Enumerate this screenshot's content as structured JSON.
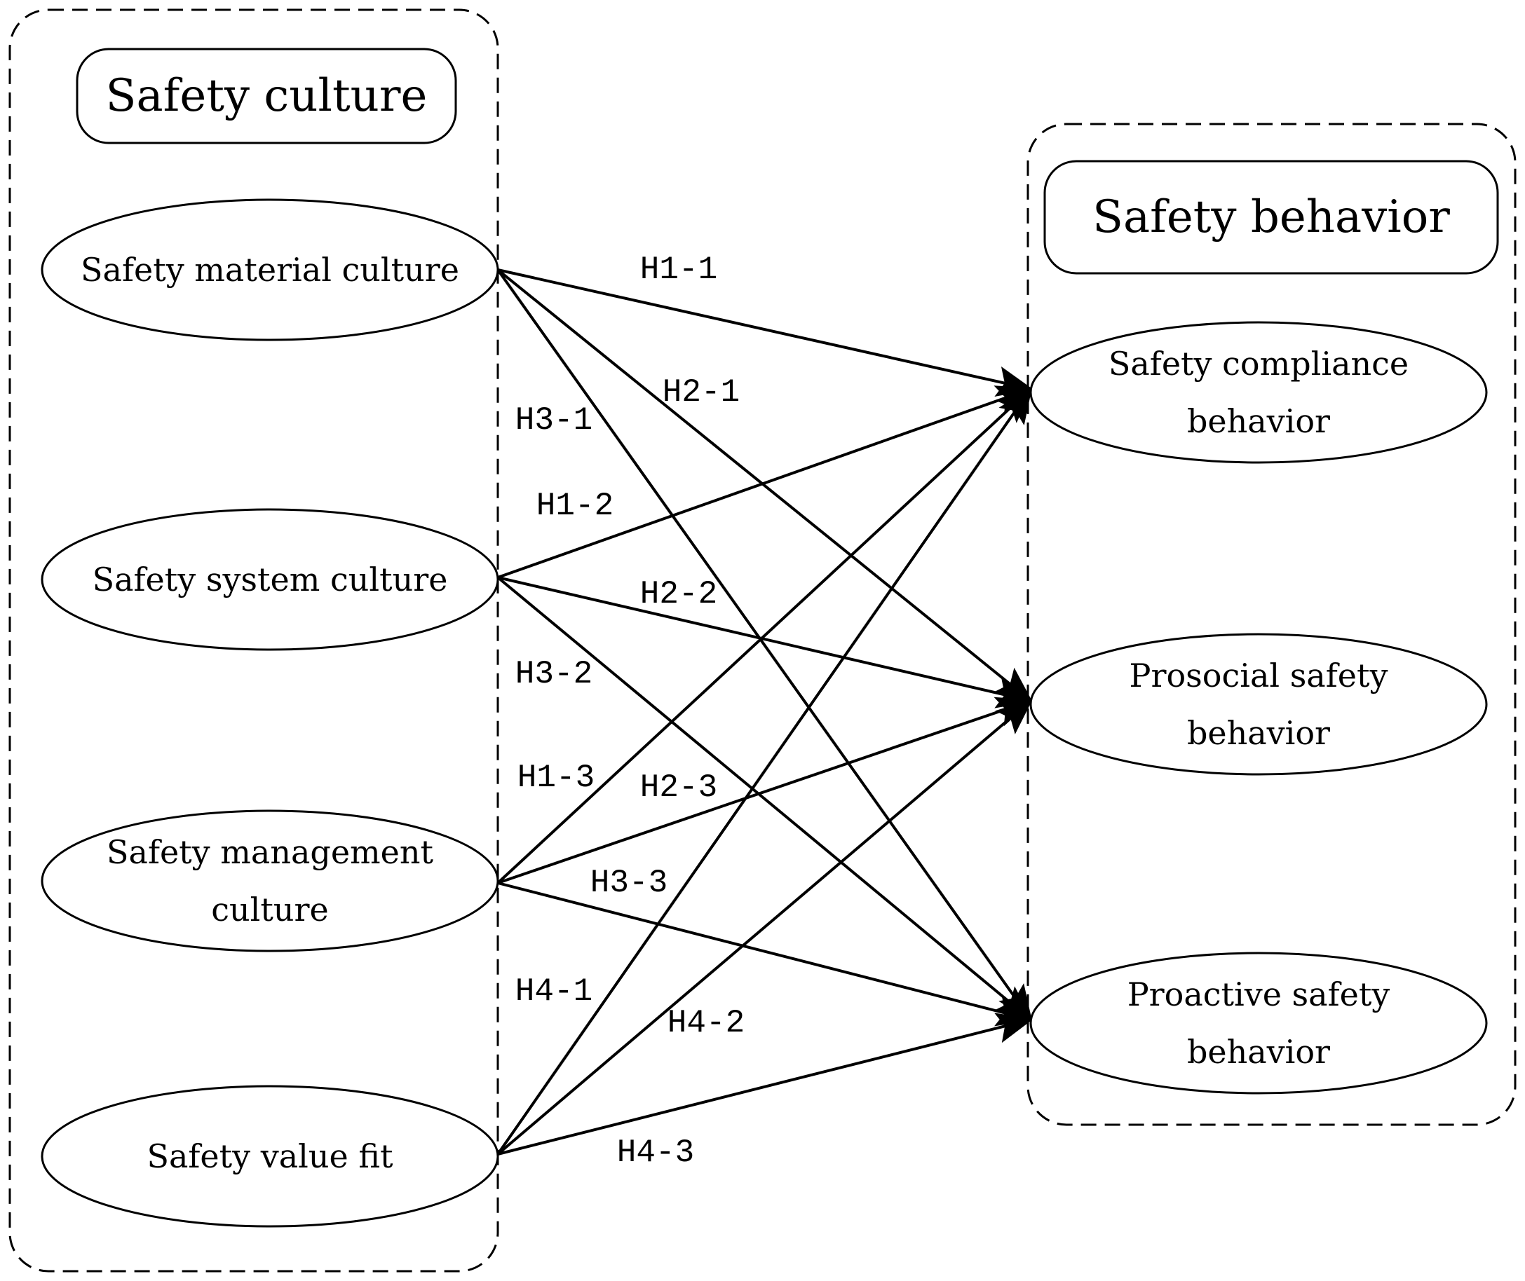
{
  "groups": [
    {
      "id": "culture",
      "title": "Safety culture"
    },
    {
      "id": "behavior",
      "title": "Safety behavior"
    }
  ],
  "left_nodes": [
    {
      "id": "material",
      "label": [
        "Safety material culture"
      ]
    },
    {
      "id": "system",
      "label": [
        "Safety system culture"
      ]
    },
    {
      "id": "management",
      "label": [
        "Safety management",
        "culture"
      ]
    },
    {
      "id": "value",
      "label": [
        "Safety value fit"
      ]
    }
  ],
  "right_nodes": [
    {
      "id": "compliance",
      "label": [
        "Safety compliance",
        "behavior"
      ]
    },
    {
      "id": "prosocial",
      "label": [
        "Prosocial safety",
        "behavior"
      ]
    },
    {
      "id": "proactive",
      "label": [
        "Proactive safety",
        "behavior"
      ]
    }
  ],
  "hypotheses": [
    {
      "label": "H1-1",
      "from": "material",
      "to": "compliance"
    },
    {
      "label": "H2-1",
      "from": "material",
      "to": "prosocial"
    },
    {
      "label": "H3-1",
      "from": "material",
      "to": "proactive"
    },
    {
      "label": "H1-2",
      "from": "system",
      "to": "compliance"
    },
    {
      "label": "H2-2",
      "from": "system",
      "to": "prosocial"
    },
    {
      "label": "H3-2",
      "from": "system",
      "to": "proactive"
    },
    {
      "label": "H1-3",
      "from": "management",
      "to": "compliance"
    },
    {
      "label": "H2-3",
      "from": "management",
      "to": "prosocial"
    },
    {
      "label": "H3-3",
      "from": "management",
      "to": "proactive"
    },
    {
      "label": "H4-1",
      "from": "value",
      "to": "compliance"
    },
    {
      "label": "H4-2",
      "from": "value",
      "to": "prosocial"
    },
    {
      "label": "H4-3",
      "from": "value",
      "to": "proactive"
    }
  ]
}
